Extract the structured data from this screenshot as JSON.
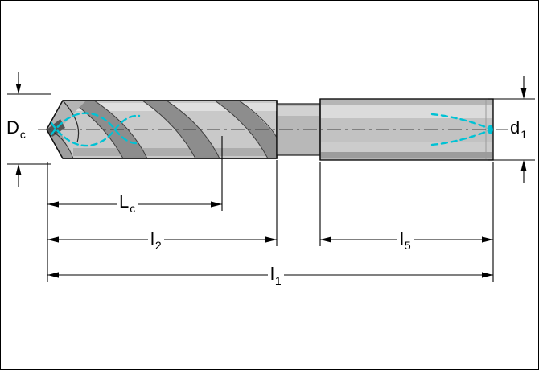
{
  "colors": {
    "coolant": "#00c2d4",
    "body_gray": "#bdbdbd",
    "outline": "#111111"
  },
  "labels": {
    "cutting_diameter": {
      "main": "D",
      "sub": "c"
    },
    "shank_diameter": {
      "main": "d",
      "sub": "1"
    },
    "usable_flute_length": {
      "main": "L",
      "sub": "c"
    },
    "flute_length": {
      "main": "l",
      "sub": "2"
    },
    "shank_length": {
      "main": "l",
      "sub": "5"
    },
    "overall_length": {
      "main": "l",
      "sub": "1"
    }
  }
}
